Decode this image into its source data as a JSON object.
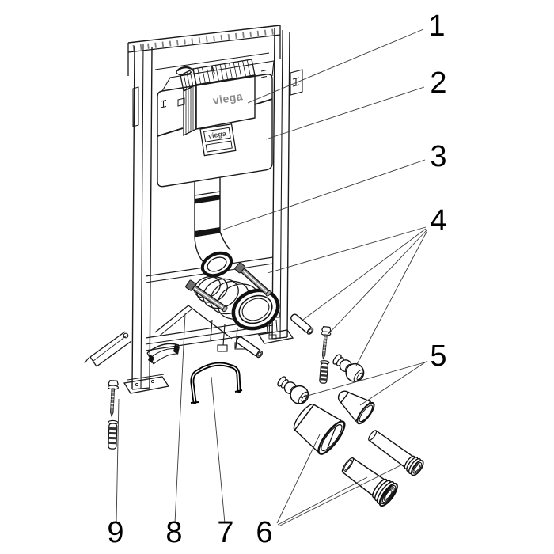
{
  "diagram": {
    "brand": {
      "box_label": "viega",
      "plate_label": "viega"
    },
    "callouts": [
      {
        "label": "1"
      },
      {
        "label": "2"
      },
      {
        "label": "3"
      },
      {
        "label": "4"
      },
      {
        "label": "5"
      },
      {
        "label": "6"
      },
      {
        "label": "7"
      },
      {
        "label": "8"
      },
      {
        "label": "9"
      }
    ],
    "colors": {
      "line": "#1a1a1a",
      "background": "#ffffff",
      "metal": "#909090"
    }
  }
}
